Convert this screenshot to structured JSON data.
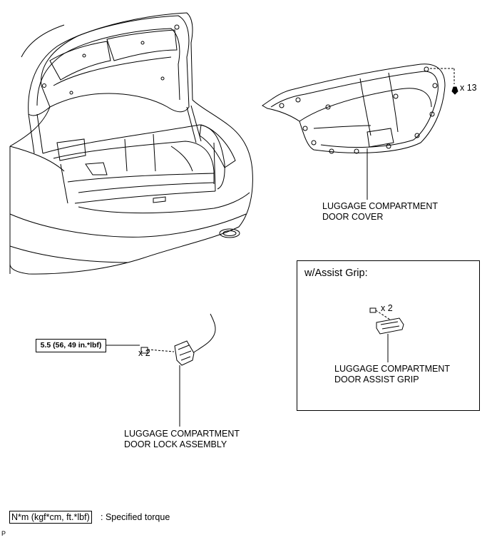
{
  "labels": {
    "door_cover": [
      "LUGGAGE COMPARTMENT",
      "DOOR COVER"
    ],
    "door_lock": [
      "LUGGAGE COMPARTMENT",
      "DOOR LOCK ASSEMBLY"
    ],
    "assist_grip": [
      "LUGGAGE COMPARTMENT",
      "DOOR ASSIST GRIP"
    ]
  },
  "quantities": {
    "clip_count": "x 13",
    "lock_bolt_count": "x 2",
    "grip_screw_count": "x 2"
  },
  "torque_spec": "5.5 (56, 49 in.*lbf)",
  "inset_title": "w/Assist Grip:",
  "legend": {
    "box_text": "N*m (kgf*cm, ft.*lbf)",
    "description": ": Specified torque"
  },
  "page_code": "P"
}
